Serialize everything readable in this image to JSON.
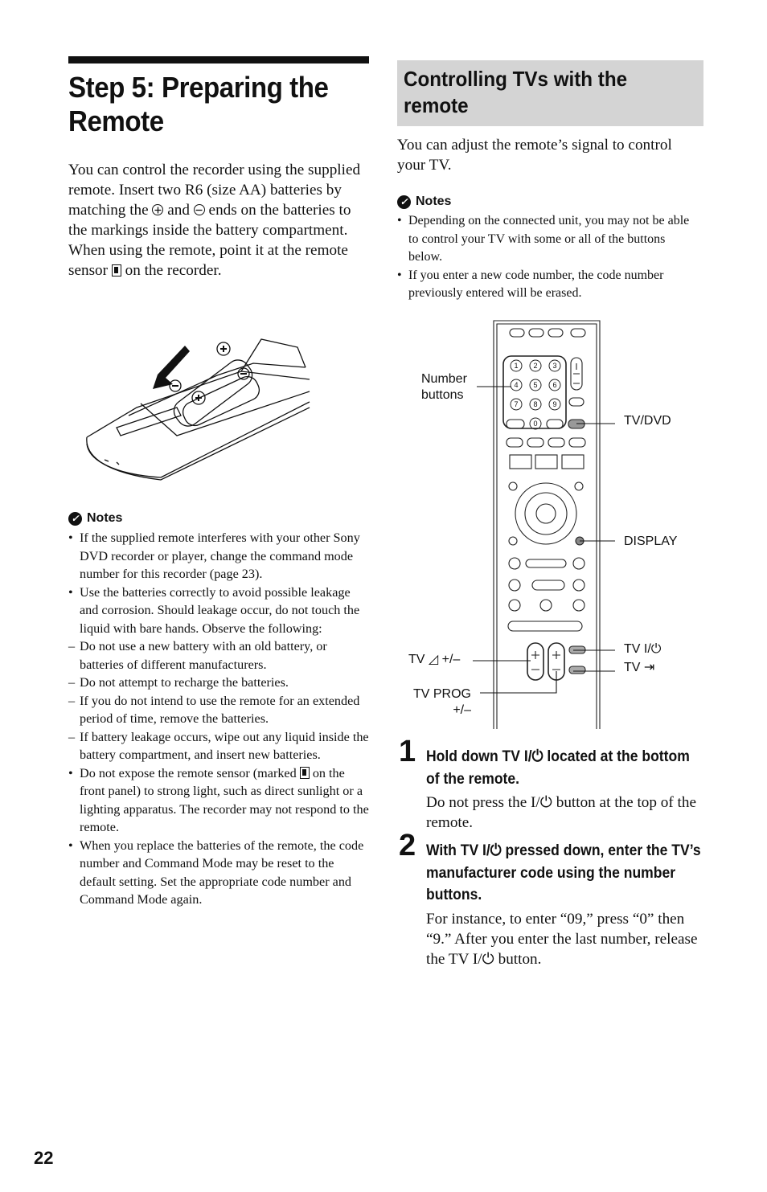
{
  "left": {
    "title": "Step 5: Preparing the Remote",
    "intro_1": "You can control the recorder using the supplied remote. Insert two R6 (size AA) batteries by matching the ",
    "intro_and": " and ",
    "intro_2": " ends on the batteries to the markings inside the battery compartment. When using the remote, point it at the remote sensor ",
    "intro_3": " on the recorder.",
    "notes_title": "Notes",
    "notes": {
      "n1": "If the supplied remote interferes with your other Sony DVD recorder or player, change the command mode number for this recorder (page 23).",
      "n2": "Use the batteries correctly to avoid possible leakage and corrosion. Should leakage occur, do not touch the liquid with bare hands. Observe the following:",
      "n2_sub1": "Do not use a new battery with an old battery, or batteries of different manufacturers.",
      "n2_sub2": "Do not attempt to recharge the batteries.",
      "n2_sub3": "If you do not intend to use the remote for an extended period of time, remove the batteries.",
      "n2_sub4": "If battery leakage occurs, wipe out any liquid inside the battery compartment, and insert new batteries.",
      "n3_a": "Do not expose the remote sensor (marked ",
      "n3_b": " on the front panel) to strong light, such as direct sunlight or a lighting apparatus. The recorder may not respond to the remote.",
      "n4": "When you replace the batteries of the remote, the code number and Command Mode may be reset to the default setting. Set the appropriate code number and Command Mode again."
    }
  },
  "right": {
    "section_title": "Controlling TVs with the remote",
    "intro": "You can adjust the remote’s signal to control your TV.",
    "notes_title": "Notes",
    "notes": {
      "n1": "Depending on the connected unit, you may not be able to control your TV with some or all of the buttons below.",
      "n2": "If you enter a new code number, the code number previously entered will be erased."
    },
    "diagram_labels": {
      "number_buttons_1": "Number",
      "number_buttons_2": "buttons",
      "tv_dvd": "TV/DVD",
      "display": "DISPLAY",
      "tv_power": "TV I/⏻",
      "tv_input": "TV ⇥",
      "tv_vol": "TV ◿ +/–",
      "tv_prog_1": "TV PROG",
      "tv_prog_2": "+/–"
    },
    "remote_digits": [
      "1",
      "2",
      "3",
      "4",
      "5",
      "6",
      "7",
      "8",
      "9",
      "0"
    ],
    "steps": {
      "s1_num": "1",
      "s1_head": "Hold down TV I/⏻ located at the bottom of the remote.",
      "s1_body": "Do not press the I/⏻ button at the top of the remote.",
      "s2_num": "2",
      "s2_head": "With TV I/⏻ pressed down, enter the TV’s manufacturer code using the number buttons.",
      "s2_body": "For instance, to enter “09,” press “0” then “9.” After you enter the last number, release the TV I/⏻ button."
    }
  },
  "page_number": "22"
}
